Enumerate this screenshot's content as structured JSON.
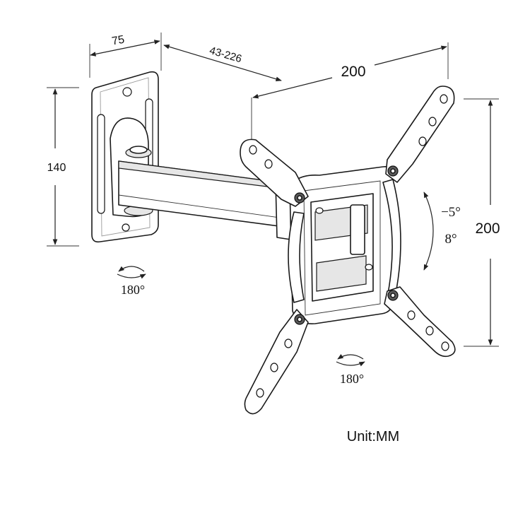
{
  "dimensions": {
    "plate_width": "75",
    "arm_extension": "43-226",
    "plate_height": "140",
    "vesa_horizontal": "200",
    "vesa_vertical": "200"
  },
  "rotations": {
    "wall_swivel": "180°",
    "head_swivel": "180°",
    "tilt_up": "−5°",
    "tilt_down": "8°"
  },
  "unit_label": "Unit:MM",
  "colors": {
    "line": "#1a1a1a",
    "background": "#ffffff"
  }
}
